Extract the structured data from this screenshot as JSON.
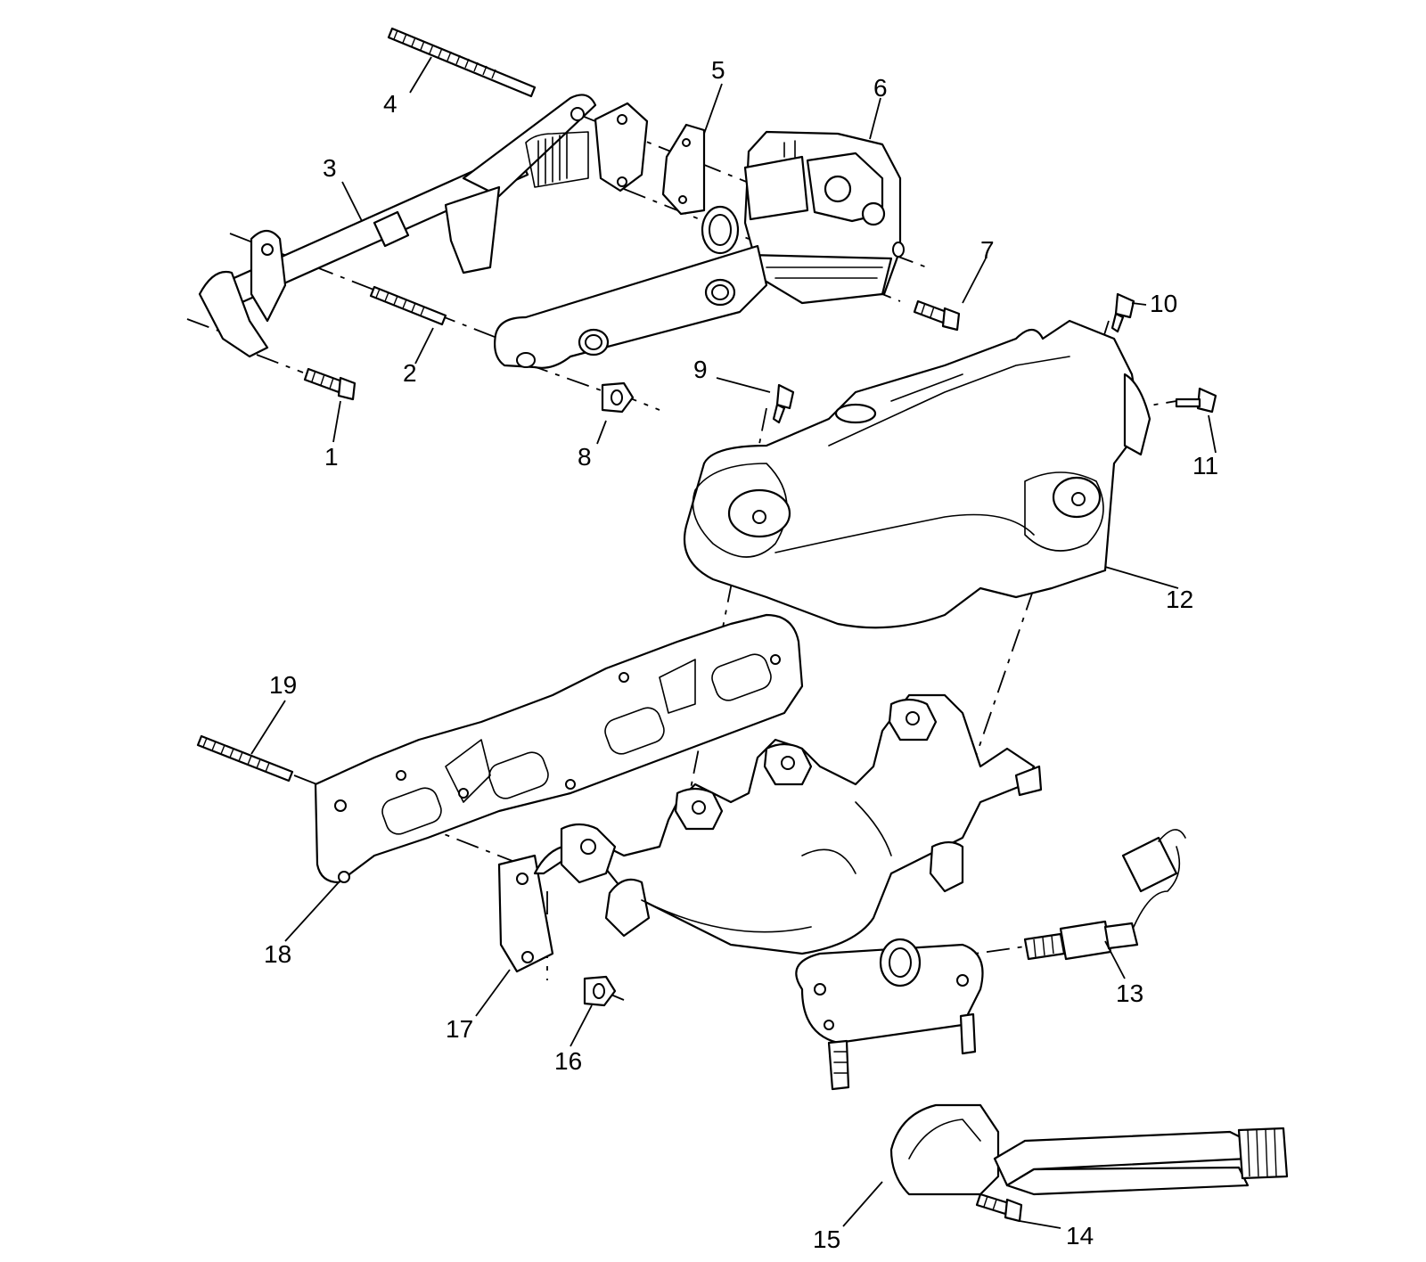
{
  "callouts": [
    {
      "id": "1",
      "label": "1"
    },
    {
      "id": "2",
      "label": "2"
    },
    {
      "id": "3",
      "label": "3"
    },
    {
      "id": "4",
      "label": "4"
    },
    {
      "id": "5",
      "label": "5"
    },
    {
      "id": "6",
      "label": "6"
    },
    {
      "id": "7",
      "label": "7"
    },
    {
      "id": "8",
      "label": "8"
    },
    {
      "id": "9",
      "label": "9"
    },
    {
      "id": "10",
      "label": "10"
    },
    {
      "id": "11",
      "label": "11"
    },
    {
      "id": "12",
      "label": "12"
    },
    {
      "id": "13",
      "label": "13"
    },
    {
      "id": "14",
      "label": "14"
    },
    {
      "id": "15",
      "label": "15"
    },
    {
      "id": "16",
      "label": "16"
    },
    {
      "id": "17",
      "label": "17"
    },
    {
      "id": "18",
      "label": "18"
    },
    {
      "id": "19",
      "label": "19"
    }
  ],
  "colors": {
    "line": "#000000",
    "background": "#ffffff"
  }
}
